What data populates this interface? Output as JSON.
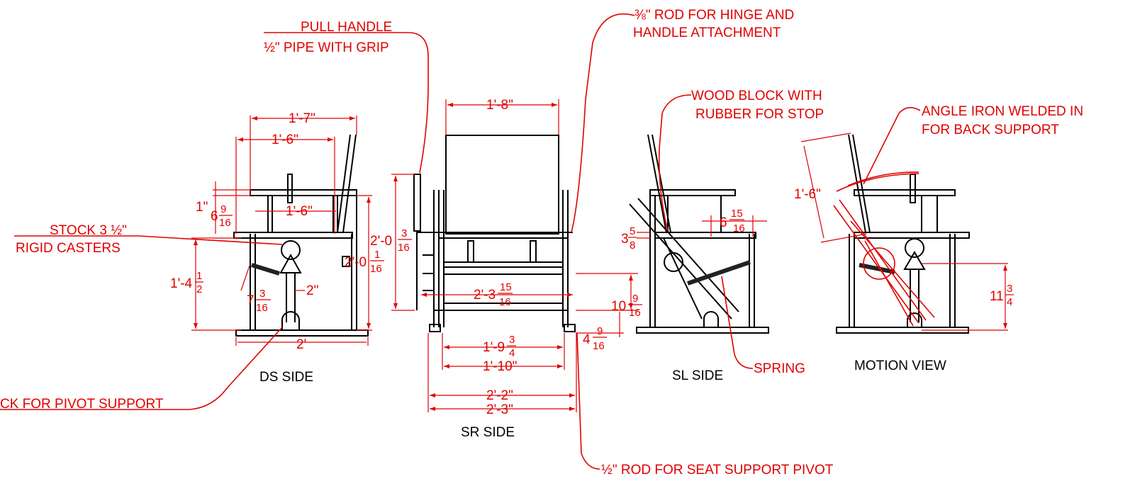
{
  "views": {
    "ds_side": "DS SIDE",
    "sr_side": "SR SIDE",
    "sl_side": "SL SIDE",
    "motion_view": "MOTION VIEW"
  },
  "callouts": {
    "pull_handle": "PULL HANDLE",
    "pipe_with_grip": "½\" PIPE WITH GRIP",
    "rod_hinge_1": "⅜\" ROD FOR HINGE AND",
    "rod_hinge_2": "HANDLE ATTACHMENT",
    "wood_block_1": "WOOD BLOCK WITH",
    "wood_block_2": "RUBBER FOR STOP",
    "angle_iron_1": "ANGLE IRON WELDED IN",
    "angle_iron_2": "FOR BACK SUPPORT",
    "stock_1": "STOCK 3 ½\"",
    "stock_2": "RIGID CASTERS",
    "pivot_support": "CK FOR PIVOT SUPPORT",
    "spring": "SPRING",
    "rod_seat_pivot": "½\" ROD FOR SEAT SUPPORT PIVOT"
  },
  "dimensions": {
    "ds_1_7": "1'-7\"",
    "ds_1_6_top": "1'-6\"",
    "ds_1_6_mid": "1'-6\"",
    "ds_1in": "1\"",
    "ds_6_9_16_whole": "6",
    "ds_6_9_16_num": "9",
    "ds_6_9_16_den": "16",
    "ds_1_4_half_whole": "1'-4",
    "ds_1_4_half_num": "1",
    "ds_1_4_half_den": "2",
    "ds_7_3_16_whole": "7",
    "ds_7_3_16_num": "3",
    "ds_7_3_16_den": "16",
    "ds_2in": "2\"",
    "ds_2ft": "2'",
    "ds_2_0_1_16_whole": "2'-0",
    "ds_2_0_1_16_num": "1",
    "ds_2_0_1_16_den": "16",
    "sr_1_8": "1'-8\"",
    "sr_2_0_3_16_whole": "2'-0",
    "sr_2_0_3_16_num": "3",
    "sr_2_0_3_16_den": "16",
    "sr_2_3_15_16_whole": "2'-3",
    "sr_2_3_15_16_num": "15",
    "sr_2_3_15_16_den": "16",
    "sr_1_9_3_4_whole": "1'-9",
    "sr_1_9_3_4_num": "3",
    "sr_1_9_3_4_den": "4",
    "sr_1_10": "1'-10\"",
    "sr_2_2": "2'-2\"",
    "sr_2_3": "2'-3\"",
    "sr_10_9_16_whole": "10",
    "sr_10_9_16_num": "9",
    "sr_10_9_16_den": "16",
    "sr_4_9_16_whole": "4",
    "sr_4_9_16_num": "9",
    "sr_4_9_16_den": "16",
    "sl_3_5_8_whole": "3",
    "sl_3_5_8_num": "5",
    "sl_3_5_8_den": "8",
    "sl_6_15_16_whole": "6",
    "sl_6_15_16_num": "15",
    "sl_6_15_16_den": "16",
    "mv_1_6": "1'-6\"",
    "mv_11_3_4_whole": "11",
    "mv_11_3_4_num": "3",
    "mv_11_3_4_den": "4"
  }
}
